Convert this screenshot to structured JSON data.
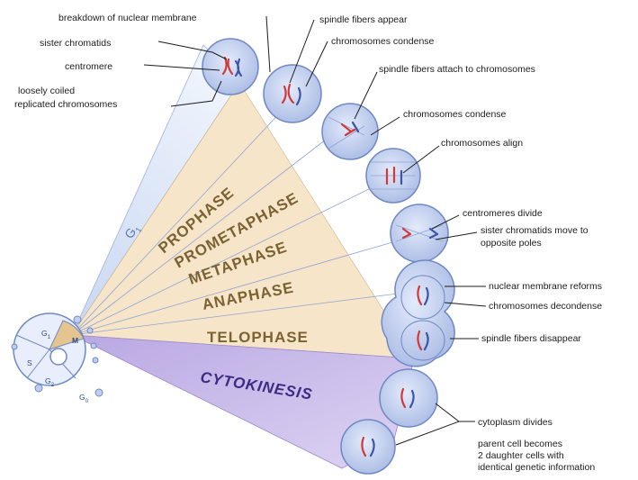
{
  "phases": {
    "g1": "G",
    "g1_sub": "1",
    "prophase": "PROPHASE",
    "prometaphase": "PROMETAPHASE",
    "metaphase": "METAPHASE",
    "anaphase": "ANAPHASE",
    "telophase": "TELOPHASE",
    "cytokinesis": "CYTOKINESIS"
  },
  "cell_cycle": {
    "g1": "G",
    "s": "S",
    "g2": "G",
    "m": "M",
    "g0": "G",
    "g0_sub": "0"
  },
  "annotations": {
    "breakdown": "breakdown of nuclear membrane",
    "sister_chromatids": "sister chromatids",
    "centromere": "centromere",
    "loosely_coiled_1": "loosely coiled",
    "loosely_coiled_2": "replicated chromosomes",
    "spindle_appear": "spindle fibers appear",
    "chrom_condense_1": "chromosomes condense",
    "spindle_attach": "spindle fibers attach to chromosomes",
    "chrom_condense_2": "chromosomes condense",
    "chrom_align": "chromosomes align",
    "centromeres_divide": "centromeres divide",
    "sister_move_1": "sister chromatids move to",
    "sister_move_2": "opposite poles",
    "nuclear_reform": "nuclear membrane reforms",
    "chrom_decondense": "chromosomes decondense",
    "spindle_disappear": "spindle fibers disappear",
    "cytoplasm_divides": "cytoplasm divides",
    "parent_1": "parent cell becomes",
    "parent_2": "2 daughter cells with",
    "parent_3": "identical genetic information"
  },
  "colors": {
    "g1_wedge": "#dbe6f7",
    "mitosis_wedge": "#f7e6c9",
    "cytokinesis_wedge": "#cfc3ea",
    "phase_text": "#7b6233",
    "cytokinesis_text": "#3c2a84",
    "cell_fill": "#c9d6f2",
    "cell_stroke": "#6f88c4",
    "chromosome_red": "#d23a3a",
    "chromosome_blue": "#3d55a8"
  }
}
